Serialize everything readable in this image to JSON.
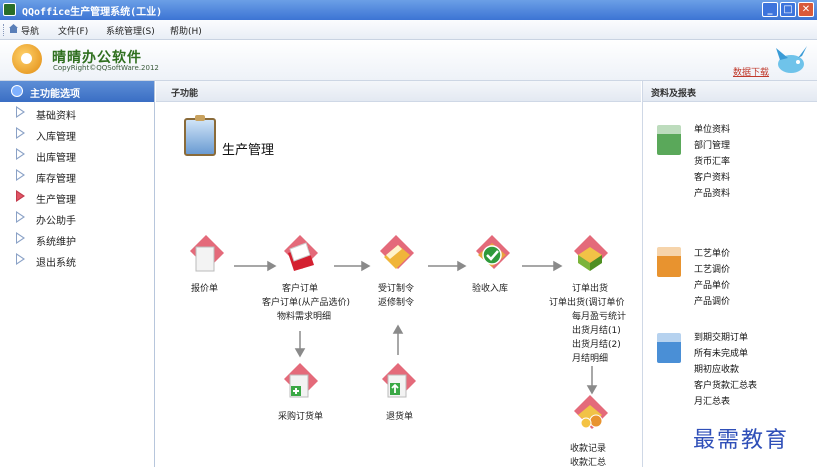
{
  "window": {
    "title": "QQoffice生产管理系统(工业)",
    "buttons": {
      "minimize": "_",
      "maximize": "□",
      "close": "✕"
    }
  },
  "menubar": {
    "items": [
      "导航",
      "文件(F)",
      "系统管理(S)",
      "帮助(H)"
    ]
  },
  "header": {
    "logo_title": "晴晴办公软件",
    "logo_copyright": "CopyRight©QQSoftWare.2012",
    "download_link": "数据下载"
  },
  "sidebar": {
    "title": "主功能选项",
    "items": [
      {
        "label": "基础资料",
        "active": false
      },
      {
        "label": "入库管理",
        "active": false
      },
      {
        "label": "出库管理",
        "active": false
      },
      {
        "label": "库存管理",
        "active": false
      },
      {
        "label": "生产管理",
        "active": true
      },
      {
        "label": "办公助手",
        "active": false
      },
      {
        "label": "系统维护",
        "active": false
      },
      {
        "label": "退出系统",
        "active": false
      }
    ]
  },
  "main": {
    "panel_title": "子功能",
    "module_title": "生产管理",
    "flow": {
      "quote": "报价单",
      "customer_order": [
        "客户订单",
        "客户订单(从产品选价)",
        "物料需求明细"
      ],
      "order_control": [
        "受订制令",
        "返修制令"
      ],
      "inspection": "验收入库",
      "order_shipping": [
        "订单出货",
        "订单出货(调订单价",
        "每月盈亏统计",
        "出货月结(1)",
        "出货月结(2)",
        "月结明细"
      ],
      "purchase_order": "采购订货单",
      "return_goods": "退货单",
      "receipt": [
        "收款记录",
        "收款汇总"
      ]
    }
  },
  "right": {
    "panel_title": "资料及报表",
    "groups": [
      {
        "color": "#5aa85a",
        "links": [
          "单位资料",
          "部门管理",
          "货币汇率",
          "客户资料",
          "产品资料"
        ]
      },
      {
        "color": "#e8932f",
        "links": [
          "工艺单价",
          "工艺调价",
          "产品单价",
          "产品调价"
        ]
      },
      {
        "color": "#4a8fd6",
        "links": [
          "到期交期订单",
          "所有未完成单",
          "期初应收款",
          "客户货款汇总表",
          "月汇总表"
        ]
      }
    ]
  },
  "watermark": "最需教育"
}
